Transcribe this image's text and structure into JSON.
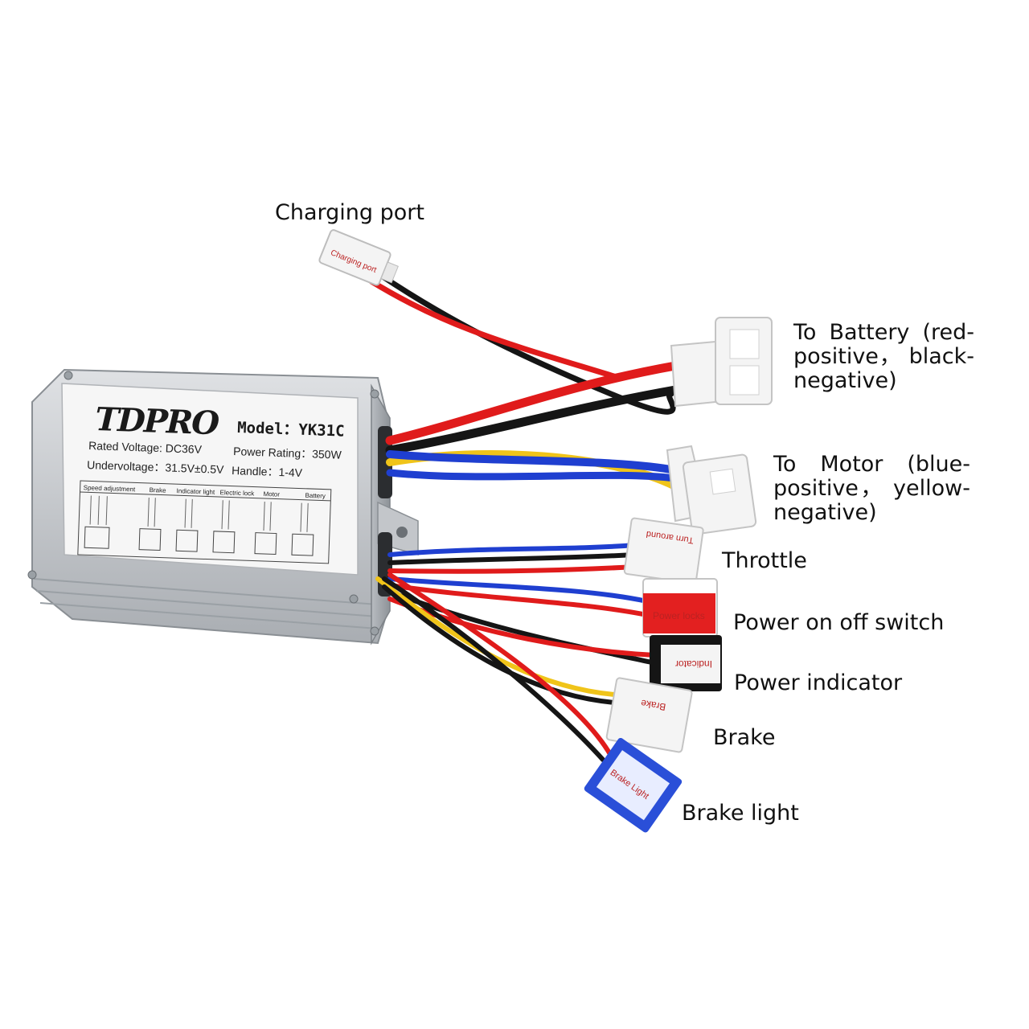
{
  "callouts": {
    "charging_port": "Charging port",
    "battery": "To Battery (red-positive， black-negative)",
    "motor": "To Motor (blue-positive， yellow-negative)",
    "throttle": "Throttle",
    "power_switch": "Power on off switch",
    "power_indicator": "Power indicator",
    "brake": "Brake",
    "brake_light": "Brake light"
  },
  "controller_label": {
    "brand": "TDPRO",
    "model": "Model：YK31C",
    "rated_voltage": "Rated Voltage: DC36V",
    "power_rating": "Power Rating：350W",
    "undervoltage": "Undervoltage：31.5V±0.5V",
    "handle": "Handle：1-4V",
    "terminal_headers": [
      "Speed adjustment",
      "Brake",
      "Indicator light",
      "Electric lock",
      "Motor",
      "Battery"
    ]
  },
  "connector_tags": {
    "charging": "Charging port",
    "throttle": "Turn around",
    "power_lock": "Power locks",
    "indicator": "Indicator",
    "brake": "Brake",
    "brake_light": "Brake Light"
  },
  "colors": {
    "wire_red": "#e01b1b",
    "wire_black": "#151515",
    "wire_blue": "#1f3fd0",
    "wire_yellow": "#f0c419",
    "housing": "#c9ccd0",
    "connector_white": "#f4f4f4",
    "connector_red": "#e32020",
    "connector_blue": "#2a4fd8"
  }
}
